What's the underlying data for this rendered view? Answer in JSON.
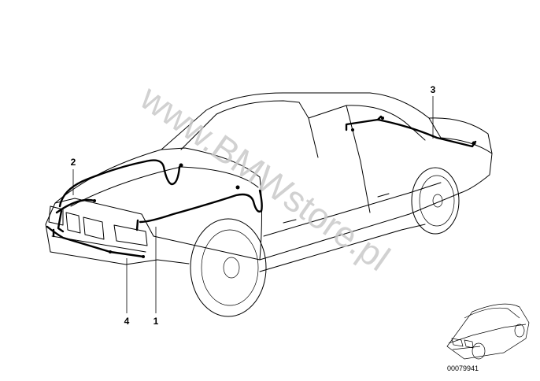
{
  "watermark": "www.BMWstore.pl",
  "callouts": [
    {
      "id": "1",
      "label": "1"
    },
    {
      "id": "2",
      "label": "2"
    },
    {
      "id": "3",
      "label": "3"
    },
    {
      "id": "4",
      "label": "4"
    }
  ],
  "reference_number": "00079941"
}
